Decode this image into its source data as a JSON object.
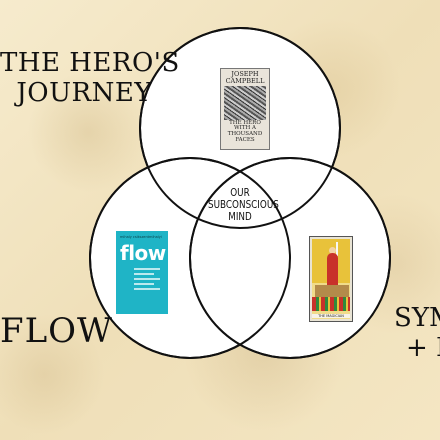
{
  "labels": {
    "top_line1": "THE HERO'S",
    "top_line2": "JOURNEY",
    "left": "FLOW",
    "right_line1": "SYM",
    "right_line2": "+ R"
  },
  "center": {
    "line1": "OUR",
    "line2": "SUBCONSCIOUS",
    "line3": "MIND"
  },
  "book_hero": {
    "author_line1": "JOSEPH",
    "author_line2": "CAMPBELL",
    "title_line1": "THE HERO",
    "title_line2": "WITH A",
    "title_line3": "THOUSAND",
    "title_line4": "FACES"
  },
  "book_flow": {
    "author": "mihaly csikszentmihalyi",
    "title": "flow"
  },
  "tarot_card": {
    "caption": "THE MAGICIAN"
  },
  "colors": {
    "background": "#f3e6c4",
    "circle_fill": "#ffffff",
    "circle_stroke": "#111111",
    "flow_cover": "#1fb4c6"
  },
  "icons": [
    "book-cover-icon",
    "tarot-card-icon"
  ]
}
